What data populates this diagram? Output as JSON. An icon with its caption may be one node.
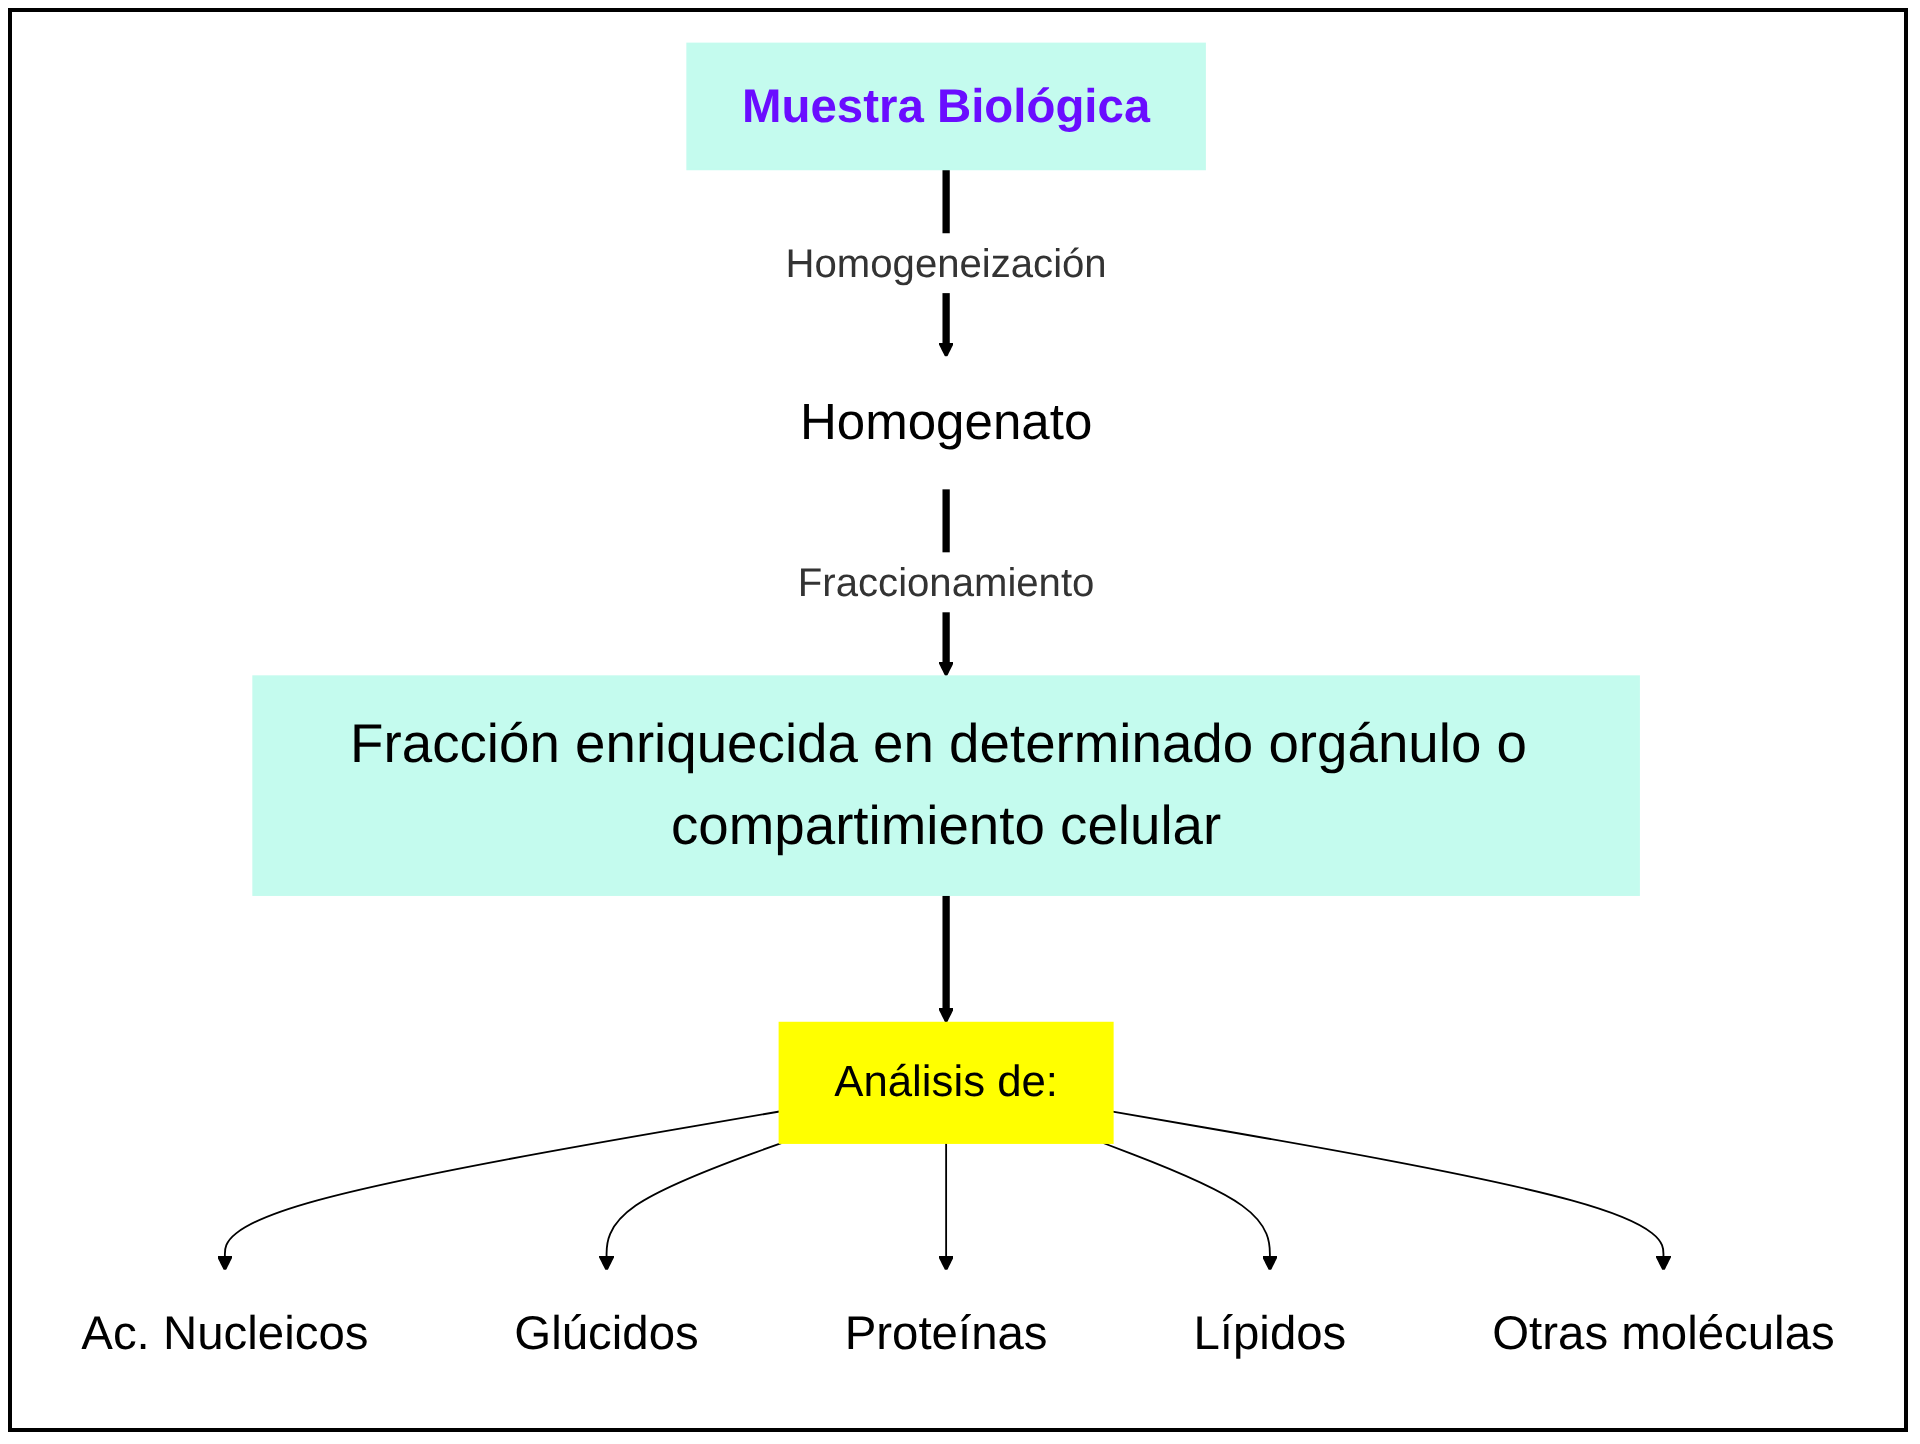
{
  "diagram": {
    "nodes": [
      {
        "text": [
          "Muestra Biológica"
        ]
      },
      {
        "text": [
          "Homogenato"
        ]
      },
      {
        "text": [
          "Fracción enriquecida en determinado orgánulo o compartimiento celular"
        ]
      },
      {
        "text": [
          "Análisis de:"
        ]
      },
      {
        "text": [
          "Ac. Nucleicos"
        ]
      },
      {
        "text": [
          "Glúcidos"
        ]
      },
      {
        "text": [
          "Proteínas"
        ]
      },
      {
        "text": [
          "Lípidos"
        ]
      },
      {
        "text": [
          "Otras moléculas"
        ]
      }
    ],
    "edges": [
      {
        "from": 0,
        "to": 1,
        "arrow": "to",
        "label": "Homogeneización",
        "style": "thick"
      },
      {
        "from": 1,
        "to": 2,
        "arrow": "to",
        "label": "Fraccionamiento",
        "style": "thick"
      },
      {
        "from": 2,
        "to": 3,
        "arrow": "to",
        "style": "thick"
      },
      {
        "from": 3,
        "to": 4,
        "arrow": "to"
      },
      {
        "from": 3,
        "to": 5,
        "arrow": "to"
      },
      {
        "from": 3,
        "to": 6,
        "arrow": "to"
      },
      {
        "from": 3,
        "to": 7,
        "arrow": "to"
      },
      {
        "from": 3,
        "to": 8,
        "arrow": "to"
      }
    ]
  }
}
